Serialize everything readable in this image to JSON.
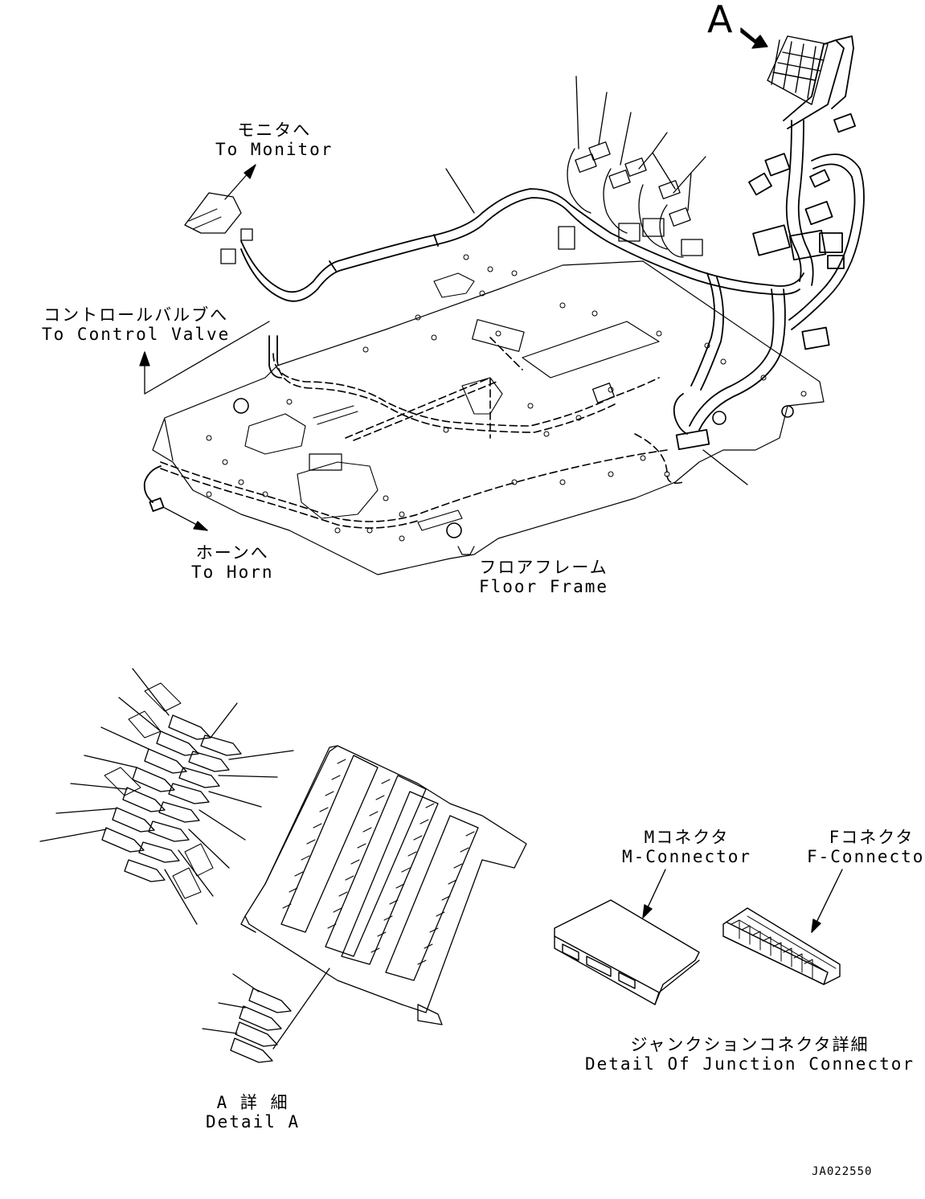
{
  "labels": {
    "view_marker": "A",
    "to_monitor": {
      "jp": "モニタへ",
      "en": "To Monitor"
    },
    "to_control_valve": {
      "jp": "コントロールバルブへ",
      "en": "To Control Valve"
    },
    "to_horn": {
      "jp": "ホーンへ",
      "en": "To Horn"
    },
    "floor_frame": {
      "jp": "フロアフレーム",
      "en": "Floor Frame"
    },
    "detail_a": {
      "jp": "A 詳 細",
      "en": "Detail A"
    },
    "m_connector": {
      "jp": "Mコネクタ",
      "en": "M-Connector"
    },
    "f_connector": {
      "jp": "Fコネクタ",
      "en": "F-Connector"
    },
    "junction_detail": {
      "jp": "ジャンクションコネクタ詳細",
      "en": "Detail Of Junction Connector"
    },
    "drawing_code": "JA022550"
  },
  "colors": {
    "line": "#000000",
    "background": "#ffffff"
  }
}
